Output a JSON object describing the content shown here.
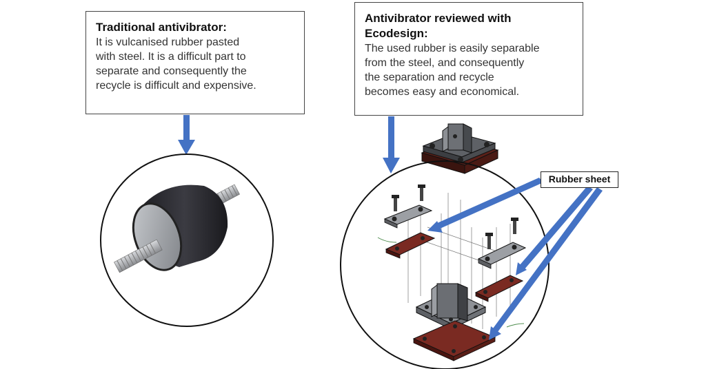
{
  "left_callout": {
    "title": "Traditional antivibrator:",
    "lines": [
      "It is vulcanised rubber pasted",
      "with steel. It is a difficult part to",
      "separate and consequently the",
      "recycle is difficult and expensive."
    ]
  },
  "right_callout": {
    "title_lines": [
      "Antivibrator reviewed with",
      "Ecodesign:"
    ],
    "lines": [
      "The used rubber is easily separable",
      "from the steel, and consequently",
      "the separation and recycle",
      "becomes easy and economical."
    ]
  },
  "rubber_label": "Rubber sheet",
  "colors": {
    "arrow_blue": "#4472c4",
    "rubber_red": "#7a2a22",
    "steel_grey": "#8e9196",
    "rubber_black": "#2a2a2e",
    "outline": "#111111"
  }
}
